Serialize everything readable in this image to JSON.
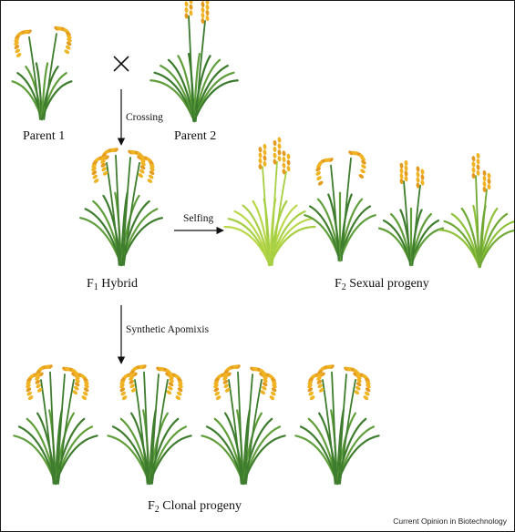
{
  "labels": {
    "parent1": "Parent 1",
    "parent2": "Parent 2",
    "f1_prefix": "F",
    "f1_sub": "1",
    "f1_rest": " Hybrid",
    "f2s_prefix": "F",
    "f2s_sub": "2",
    "f2s_rest": " Sexual progeny",
    "f2c_prefix": "F",
    "f2c_sub": "2",
    "f2c_rest": "  Clonal progeny"
  },
  "arrows": {
    "crossing": "Crossing",
    "selfing": "Selfing",
    "apomixis": "Synthetic Apomixis"
  },
  "symbols": {
    "cross": "cross-symbol"
  },
  "credit": "Current Opinion in Biotechnology",
  "colors": {
    "leaf_green": "#5f9e3a",
    "leaf_dark": "#3f7d2e",
    "leaf_light": "#b9d84a",
    "grain_gold": "#f0b323",
    "grain_orange": "#e39a1d",
    "line": "#111111"
  }
}
